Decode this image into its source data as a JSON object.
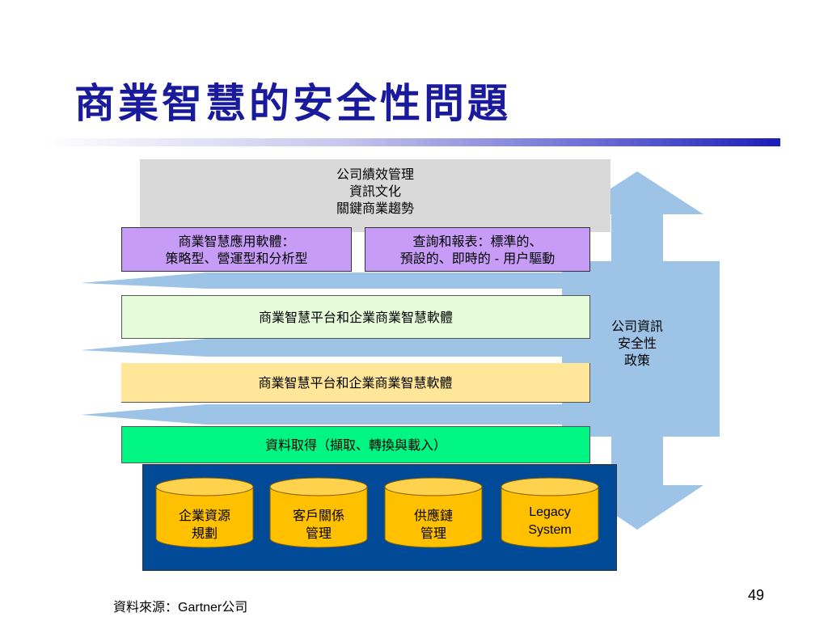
{
  "slide": {
    "title": "商業智慧的安全性問題",
    "page_number": "49",
    "source_label": "資料來源：",
    "source_name": "Gartner",
    "source_suffix": "公司"
  },
  "layers": {
    "top_box": "公司績效管理\n資訊文化\n關鍵商業趨勢",
    "app_software": "商業智慧應用軟體：\n策略型、營運型和分析型",
    "query_reports": "查詢和報表：標準的、\n預設的、即時的 - 用户驅動",
    "platform_1": "商業智慧平台和企業商業智慧軟體",
    "platform_2": "商業智慧平台和企業商業智慧軟體",
    "data_acquisition": "資料取得（擷取、轉換與載入）"
  },
  "security_policy": "公司資訊\n安全性\n政策",
  "data_sources": [
    {
      "label": "企業資源\n規劃"
    },
    {
      "label": "客戶關係\n管理"
    },
    {
      "label": "供應鏈\n管理"
    },
    {
      "label": "Legacy\nSystem"
    }
  ],
  "colors": {
    "title": "#1a1a9c",
    "arrow": "#9dc3e6",
    "purple_box": "#c79cf7",
    "light_green_box": "#e5fbd9",
    "yellow_box": "#ffe699",
    "green_box": "#00f582",
    "db_panel": "#004a98",
    "cylinder": "#ffc000"
  }
}
